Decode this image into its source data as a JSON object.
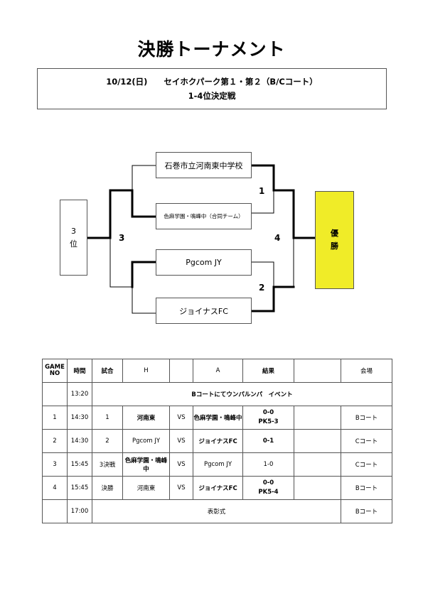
{
  "title": "決勝トーナメント",
  "info": {
    "line1": "10/12(日)　　セイホクパーク第１・第２（B/Cコート）",
    "line2": "1-4位決定戦"
  },
  "bracket": {
    "teams": [
      "石巻市立河南東中学校",
      "色麻学園・鳴峰中（合同チーム）",
      "Pgcom JY",
      "ジョイナスFC"
    ],
    "third_place_line1": "3",
    "third_place_line2": "位",
    "champion_line1": "優",
    "champion_line2": "勝",
    "label_game1": "1",
    "label_game2": "2",
    "label_game3": "3",
    "label_game4": "4"
  },
  "schedule": {
    "headers": {
      "game_no": "GAME NO",
      "time": "時間",
      "match": "試合",
      "home": "H",
      "away": "A",
      "result": "結果",
      "venue": "会場"
    },
    "event_row": {
      "time": "13:20",
      "text": "Bコートにてウンパルンパ　イベント"
    },
    "rows": [
      {
        "no": "1",
        "time": "14:30",
        "match": "1",
        "home": "河南東",
        "vs": "VS",
        "away": "色麻学園・鳴峰中",
        "result_line1": "0-0",
        "result_line2": "PK5-3",
        "venue": "Bコート"
      },
      {
        "no": "2",
        "time": "14:30",
        "match": "2",
        "home": "Pgcom JY",
        "vs": "VS",
        "away": "ジョイナスFC",
        "result_line1": "0-1",
        "result_line2": "",
        "venue": "Cコート"
      },
      {
        "no": "3",
        "time": "15:45",
        "match": "3決戦",
        "home": "色麻学園・鳴峰中",
        "vs": "VS",
        "away": "Pgcom JY",
        "result_line1": "1-0",
        "result_line2": "",
        "venue": "Cコート"
      },
      {
        "no": "4",
        "time": "15:45",
        "match": "決勝",
        "home": "河南東",
        "vs": "VS",
        "away": "ジョイナスFC",
        "result_line1": "0-0",
        "result_line2": "PK5-4",
        "venue": "Bコート"
      }
    ],
    "ceremony_row": {
      "time": "17:00",
      "text": "表彰式",
      "venue": "Bコート"
    }
  }
}
